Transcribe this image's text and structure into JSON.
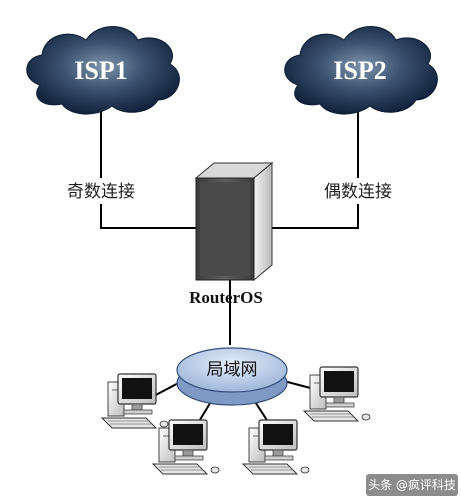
{
  "diagram": {
    "isp1_label": "ISP1",
    "isp2_label": "ISP2",
    "odd_link_label": "奇数连接",
    "even_link_label": "偶数连接",
    "router_label": "RouterOS",
    "lan_label": "局域网"
  },
  "watermark": {
    "text": "头条 @疯评科技"
  },
  "colors": {
    "cloud_dark": "#0b1b33",
    "cloud_light": "#9fb4c8",
    "router_body": "#505050",
    "lan_fill": "#bcd1ee",
    "link_line": "#000000"
  }
}
